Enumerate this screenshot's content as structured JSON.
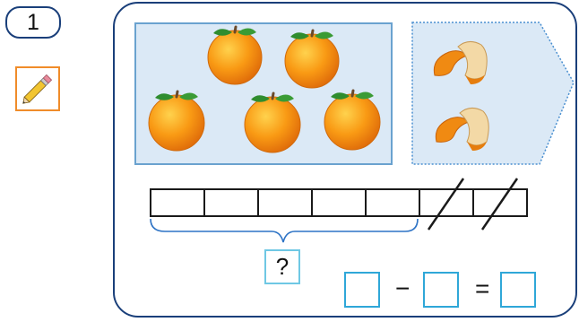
{
  "exercise_number": "1",
  "question_mark": "?",
  "equation": {
    "minus": "−",
    "equals": "="
  },
  "icons": {
    "pencil": "pencil-icon"
  },
  "oranges_count": 5,
  "peels_count": 2,
  "bar": {
    "cells": 7,
    "crossed_out": 2
  },
  "colors": {
    "orange": "#f5900f",
    "leaf": "#2f8d2f",
    "panel_border": "#1a3f7a",
    "picture_bg": "#dbe9f6",
    "picture_border": "#6aa2cf",
    "brace": "#2d73c5",
    "answer_box": "#2fa7d8",
    "pencil_frame": "#f08c2a"
  }
}
